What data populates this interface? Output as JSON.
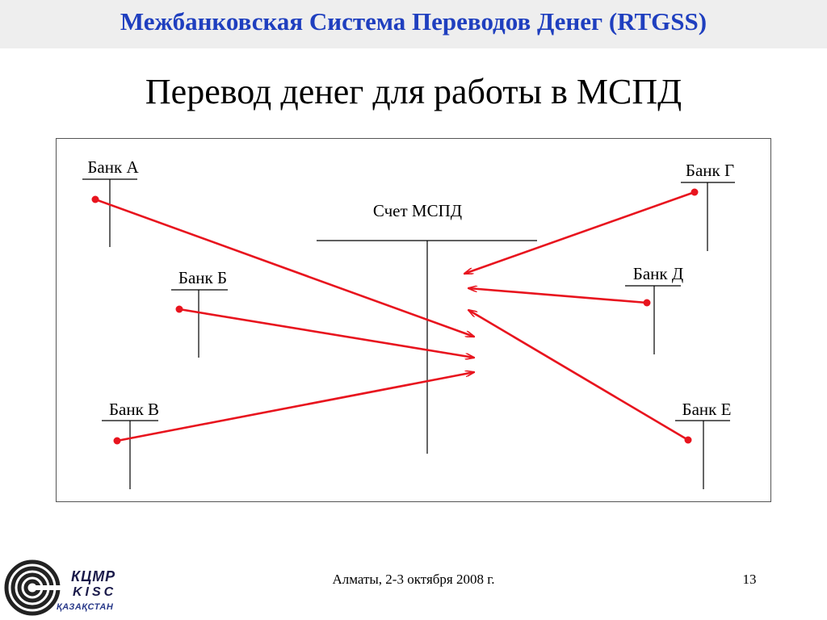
{
  "header": {
    "title": "Межбанковская Система Переводов Денег (RTGSS)"
  },
  "slide": {
    "title": "Перевод денег для работы в МСПД"
  },
  "diagram": {
    "center_account": "Счет МСПД",
    "banks": [
      {
        "id": "a",
        "label": "Банк А"
      },
      {
        "id": "b",
        "label": "Банк Б"
      },
      {
        "id": "v",
        "label": "Банк В"
      },
      {
        "id": "g",
        "label": "Банк Г"
      },
      {
        "id": "d",
        "label": "Банк Д"
      },
      {
        "id": "e",
        "label": "Банк Е"
      }
    ],
    "arrow_color": "#e8141e",
    "line_color": "#000000"
  },
  "footer": {
    "location_date": "Алматы, 2-3 октября 2008 г.",
    "page_number": "13"
  },
  "logo": {
    "line1": "КЦМР",
    "line2": "KISC",
    "line3": "ҚАЗАҚСТАН",
    "icon": "spiral-logo-icon"
  }
}
